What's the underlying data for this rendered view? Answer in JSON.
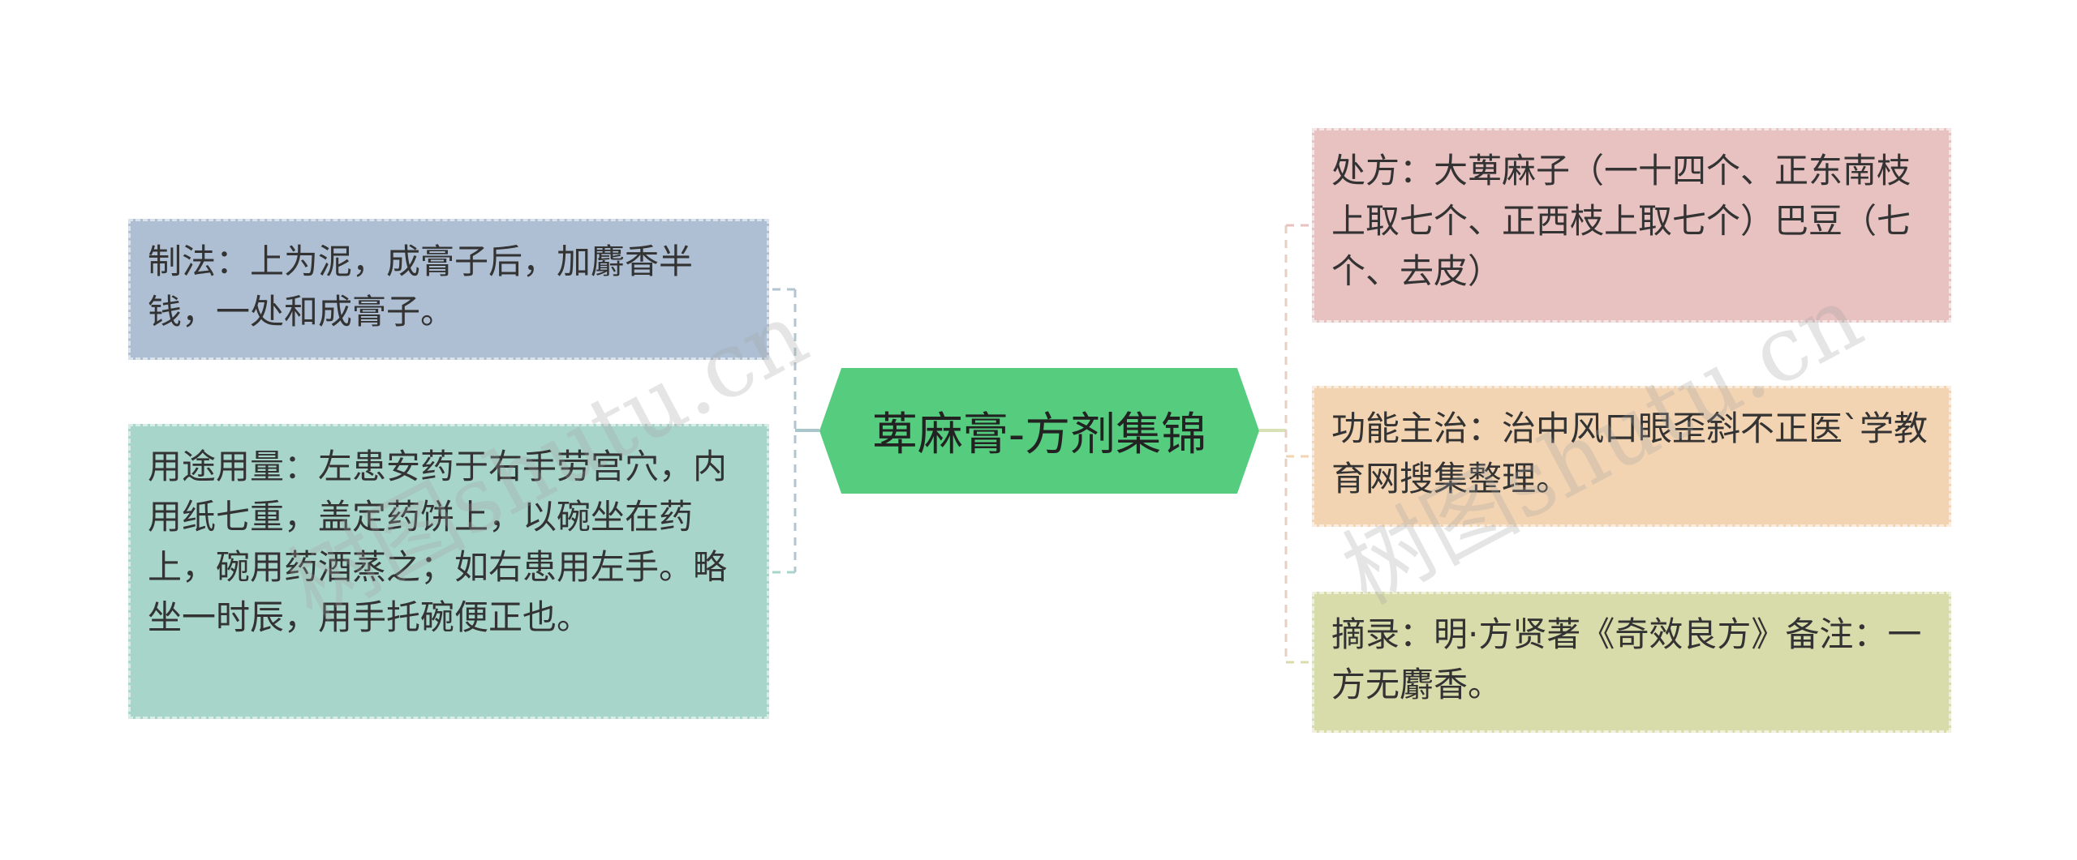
{
  "root": {
    "title": "萆麻膏-方剂集锦"
  },
  "left": [
    {
      "text": "制法：上为泥，成膏子后，加麝香半钱，一处和成膏子。"
    },
    {
      "text": "用途用量：左患安药于右手劳宫穴，内用纸七重，盖定药饼上，以碗坐在药上，碗用药酒蒸之；如右患用左手。略坐一时辰，用手托碗便正也。"
    }
  ],
  "right": [
    {
      "text": "处方：大萆麻子（一十四个、正东南枝上取七个、正西枝上取七个）巴豆（七个、去皮）"
    },
    {
      "text": "功能主治：治中风口眼歪斜不正医`学教育网搜集整理。"
    },
    {
      "text": "摘录：明·方贤著《奇效良方》备注：一方无麝香。"
    }
  ],
  "watermark": "树图shutu.cn",
  "colors": {
    "root": "#56cc7e",
    "left_1": "#aebfd3",
    "left_2": "#a8d5c9",
    "right_1": "#e8c1c1",
    "right_2": "#f3d4b2",
    "right_3": "#d8dcab"
  }
}
